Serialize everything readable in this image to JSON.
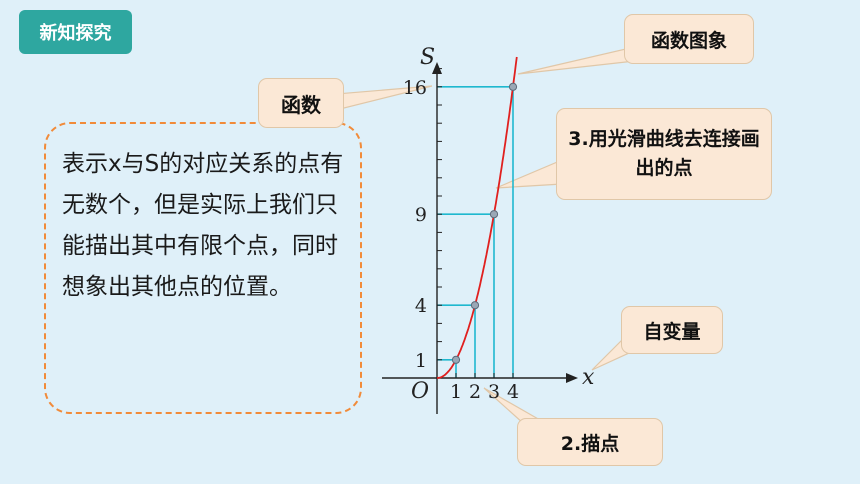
{
  "section_badge": "新知探究",
  "callouts": {
    "function": "函数",
    "function_graph": "函数图象",
    "smooth_curve": "3.用光滑曲线去连接画出的点",
    "independent_variable": "自变量",
    "plot_points": "2.描点"
  },
  "description": "表示x与S的对应关系的点有无数个，但是实际上我们只能描出其中有限个点，同时想象出其他点的位置。",
  "axes": {
    "y_name": "S",
    "x_name": "x",
    "origin": "O",
    "x_ticks": [
      "1",
      "2",
      "3",
      "4"
    ],
    "y_ticks": [
      "1",
      "4",
      "9",
      "16"
    ]
  },
  "points": [
    {
      "x": 1,
      "y": 1
    },
    {
      "x": 2,
      "y": 4
    },
    {
      "x": 3,
      "y": 9
    },
    {
      "x": 4,
      "y": 16
    }
  ],
  "colors": {
    "curve": "#e0201f",
    "guide": "#1fb8cf",
    "badge": "#2ea7a0",
    "callout_fill": "#fbe8d6",
    "dash_border": "#f18b3a"
  }
}
